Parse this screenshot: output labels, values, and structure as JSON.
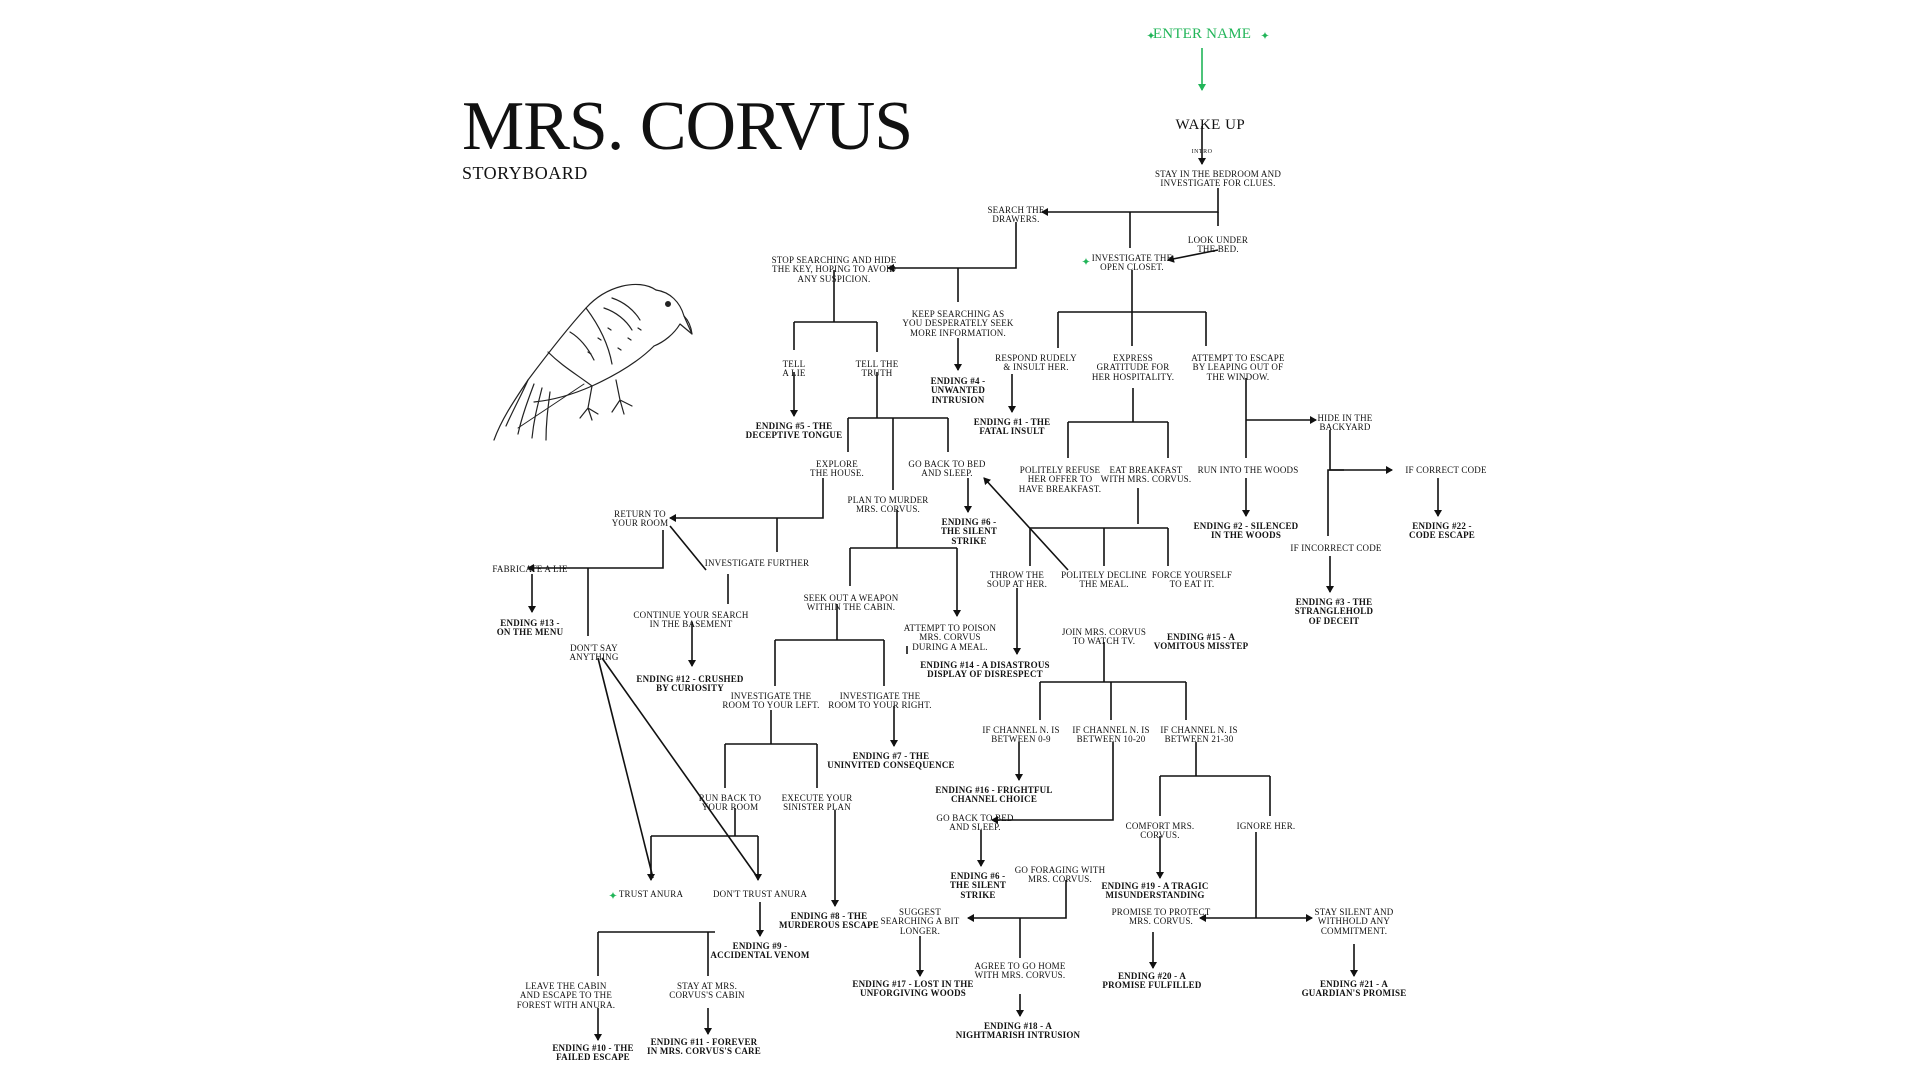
{
  "header": {
    "title": "MRS. CORVUS",
    "subtitle": "STORYBOARD"
  },
  "colors": {
    "accent": "#22b559",
    "ink": "#111111",
    "background": "#ffffff"
  },
  "illustration": "crow-illustration",
  "nodes": {
    "enter_name": "ENTER NAME",
    "wake_up": "WAKE UP",
    "intro": "INTRO",
    "stay_bedroom": "STAY IN THE BEDROOM AND\nINVESTIGATE FOR CLUES.",
    "search_drawers": "SEARCH THE\nDRAWERS.",
    "look_under_bed": "LOOK UNDER\nTHE BED.",
    "open_closet": "INVESTIGATE THE\nOPEN CLOSET.",
    "stop_searching": "STOP SEARCHING AND HIDE\nTHE KEY, HOPING TO AVOID\nANY SUSPICION.",
    "keep_searching": "KEEP SEARCHING AS\nYOU DESPERATELY SEEK\nMORE INFORMATION.",
    "ending4": "ENDING #4 -\nUNWANTED\nINTRUSION",
    "tell_lie": "TELL\nA LIE",
    "tell_truth": "TELL THE\nTRUTH",
    "ending5": "ENDING #5 - THE\nDECEPTIVE TONGUE",
    "respond_rudely": "RESPOND RUDELY\n& INSULT HER.",
    "ending1": "ENDING #1 - THE\nFATAL INSULT",
    "express_gratitude": "EXPRESS\nGRATITUDE FOR\nHER HOSPITALITY.",
    "attempt_escape": "ATTEMPT TO ESCAPE\nBY LEAPING OUT OF\nTHE WINDOW.",
    "hide_backyard": "HIDE IN THE\nBACKYARD",
    "run_woods": "RUN INTO THE WOODS",
    "ending2": "ENDING #2 - SILENCED\nIN THE WOODS",
    "if_correct_code": "IF CORRECT CODE",
    "ending22": "ENDING #22 -\nCODE ESCAPE",
    "if_incorrect_code": "IF INCORRECT CODE",
    "ending3": "ENDING #3 - THE\nSTRANGLEHOLD\nOF DECEIT",
    "explore_house": "EXPLORE\nTHE HOUSE.",
    "go_back_bed": "GO BACK TO BED\nAND SLEEP.",
    "plan_murder": "PLAN TO MURDER\nMRS. CORVUS.",
    "ending6": "ENDING #6 -\nTHE SILENT\nSTRIKE",
    "refuse_breakfast": "POLITELY REFUSE\nHER OFFER TO\nHAVE BREAKFAST.",
    "eat_breakfast": "EAT BREAKFAST\nWITH MRS. CORVUS.",
    "return_room": "RETURN TO\nYOUR ROOM",
    "investigate_further": "INVESTIGATE FURTHER",
    "fabricate_lie": "FABRICATE A LIE",
    "ending13": "ENDING #13 -\nON THE MENU",
    "dont_say": "DON'T SAY\nANYTHING",
    "continue_basement": "CONTINUE YOUR SEARCH\nIN THE BASEMENT",
    "ending12": "ENDING #12 - CRUSHED\nBY CURIOSITY",
    "seek_weapon": "SEEK OUT A WEAPON\nWITHIN THE CABIN.",
    "attempt_poison": "ATTEMPT TO POISON\nMRS. CORVUS\nDURING A MEAL.",
    "ending14": "ENDING #14 - A DISASTROUS\nDISPLAY OF DISRESPECT",
    "throw_soup": "THROW THE\nSOUP AT HER.",
    "decline_meal": "POLITELY DECLINE\nTHE MEAL.",
    "force_eat": "FORCE YOURSELF\nTO EAT IT.",
    "ending15": "ENDING #15 - A\nVOMITOUS MISSTEP",
    "join_tv": "JOIN MRS. CORVUS\nTO WATCH TV.",
    "room_left": "INVESTIGATE THE\nROOM TO YOUR LEFT.",
    "room_right": "INVESTIGATE THE\nROOM TO YOUR RIGHT.",
    "ending7": "ENDING #7 - THE\nUNINVITED CONSEQUENCE",
    "channel_0_9": "IF CHANNEL N. IS\nBETWEEN 0-9",
    "channel_10_20": "IF CHANNEL N. IS\nBETWEEN 10-20",
    "channel_21_30": "IF CHANNEL N. IS\nBETWEEN 21-30",
    "ending16": "ENDING #16 - FRIGHTFUL\nCHANNEL CHOICE",
    "run_back_room": "RUN BACK TO\nYOUR ROOM",
    "execute_plan": "EXECUTE YOUR\nSINISTER PLAN",
    "go_back_bed2": "GO BACK TO BED\nAND SLEEP.",
    "comfort": "COMFORT MRS.\nCORVUS.",
    "ignore_her": "IGNORE HER.",
    "ending6b": "ENDING #6 -\nTHE SILENT\nSTRIKE",
    "go_foraging": "GO FORAGING WITH\nMRS. CORVUS.",
    "ending19": "ENDING #19 - A TRAGIC\nMISUNDERSTANDING",
    "trust_anura": "TRUST ANURA",
    "dont_trust_anura": "DON'T TRUST ANURA",
    "ending8": "ENDING #8 - THE\nMURDEROUS ESCAPE",
    "ending9": "ENDING #9 -\nACCIDENTAL VENOM",
    "suggest_searching": "SUGGEST\nSEARCHING A BIT\nLONGER.",
    "promise_protect": "PROMISE TO PROTECT\nMRS. CORVUS.",
    "stay_silent": "STAY SILENT AND\nWITHHOLD ANY\nCOMMITMENT.",
    "leave_cabin": "LEAVE THE CABIN\nAND ESCAPE TO THE\nFOREST WITH ANURA.",
    "stay_cabin": "STAY AT MRS.\nCORVUS'S CABIN",
    "ending17": "ENDING #17 - LOST IN THE\nUNFORGIVING WOODS",
    "agree_home": "AGREE TO GO HOME\nWITH MRS. CORVUS.",
    "ending20": "ENDING #20 - A\nPROMISE FULFILLED",
    "ending21": "ENDING #21 - A\nGUARDIAN'S PROMISE",
    "ending18": "ENDING #18 - A\nNIGHTMARISH INTRUSION",
    "ending10": "ENDING #10 - THE\nFAILED ESCAPE",
    "ending11": "ENDING #11 - FOREVER\nIN MRS. CORVUS'S CARE"
  }
}
